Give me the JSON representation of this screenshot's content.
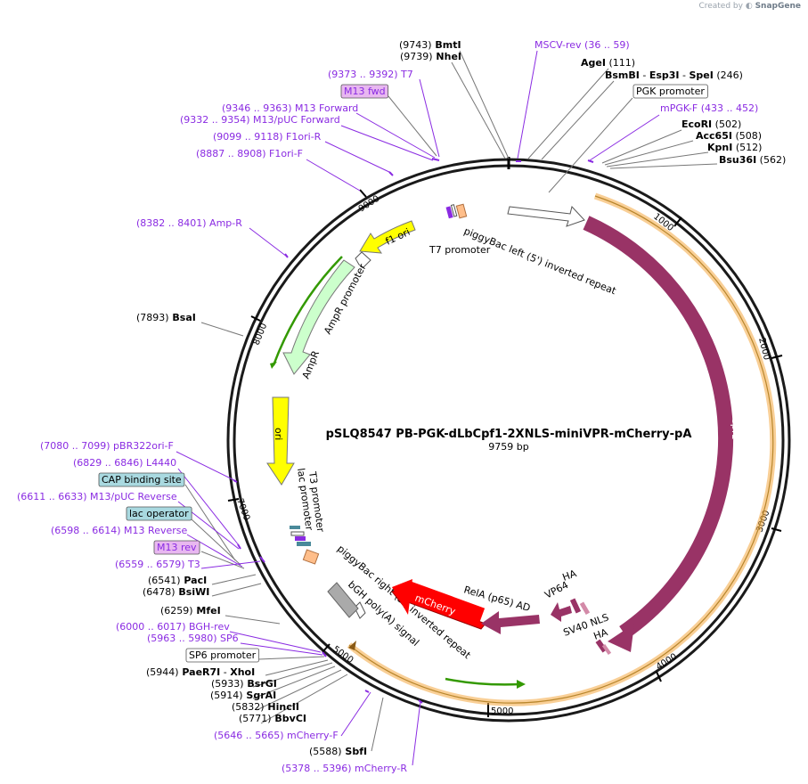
{
  "credit": {
    "prefix": "Created by",
    "brand": "SnapGene"
  },
  "plasmid": {
    "name": "pSLQ8547 PB-PGK-dLbCpf1-2XNLS-miniVPR-mCherry-pA",
    "size_label": "9759 bp"
  },
  "ticks": [
    {
      "label": "1000",
      "bp": 1000,
      "side": "in"
    },
    {
      "label": "2000",
      "bp": 2000,
      "side": "in"
    },
    {
      "label": "3000",
      "bp": 3000,
      "side": "in"
    },
    {
      "label": "4000",
      "bp": 4000,
      "side": "in"
    },
    {
      "label": "5000",
      "bp": 5000,
      "side": "out"
    },
    {
      "label": "5000",
      "bp": 5000,
      "side": "in"
    },
    {
      "label": "7000",
      "bp": 7000,
      "side": "in"
    },
    {
      "label": "8000",
      "bp": 8000,
      "side": "in"
    },
    {
      "label": "9000",
      "bp": 9000,
      "side": "in"
    }
  ],
  "site_labels": [
    {
      "parts": [
        {
          "t": "(9743)",
          "c": "coord"
        },
        {
          "t": " BmtI",
          "c": "enz"
        }
      ]
    },
    {
      "parts": [
        {
          "t": "MSCV-rev",
          "c": "prm"
        },
        {
          "t": "  (36 .. 59)",
          "c": "prm"
        }
      ]
    },
    {
      "parts": [
        {
          "t": "(9739)",
          "c": "coord"
        },
        {
          "t": " NheI",
          "c": "enz"
        }
      ]
    },
    {
      "parts": [
        {
          "t": "AgeI",
          "c": "enz"
        },
        {
          "t": "  (111)",
          "c": "coord"
        }
      ]
    },
    {
      "parts": [
        {
          "t": "(9373 .. 9392)",
          "c": "prm"
        },
        {
          "t": "  T7",
          "c": "prm"
        }
      ]
    },
    {
      "parts": [
        {
          "t": "BsmBI",
          "c": "enz"
        },
        {
          "t": "  - ",
          "c": "coord"
        },
        {
          "t": "Esp3I",
          "c": "enz"
        },
        {
          "t": "  - ",
          "c": "coord"
        },
        {
          "t": "SpeI",
          "c": "enz"
        },
        {
          "t": "   (246)",
          "c": "coord"
        }
      ]
    },
    {
      "parts": [
        {
          "t": "M13 fwd",
          "c": "prm"
        }
      ],
      "box": "violet"
    },
    {
      "parts": [
        {
          "t": "PGK promoter",
          "c": "coord"
        }
      ],
      "box": "white"
    },
    {
      "parts": [
        {
          "t": "(9346 .. 9363)",
          "c": "prm"
        },
        {
          "t": "  M13 Forward",
          "c": "prm"
        }
      ]
    },
    {
      "parts": [
        {
          "t": "mPGK-F",
          "c": "prm"
        },
        {
          "t": "    (433 .. 452)",
          "c": "prm"
        }
      ]
    },
    {
      "parts": [
        {
          "t": "(9332 .. 9354)",
          "c": "prm"
        },
        {
          "t": "  M13/pUC Forward",
          "c": "prm"
        }
      ]
    },
    {
      "parts": [
        {
          "t": "EcoRI",
          "c": "enz"
        },
        {
          "t": "   (502)",
          "c": "coord"
        }
      ]
    },
    {
      "parts": [
        {
          "t": "(9099 .. 9118)",
          "c": "prm"
        },
        {
          "t": "  F1ori-R",
          "c": "prm"
        }
      ]
    },
    {
      "parts": [
        {
          "t": "Acc65I",
          "c": "enz"
        },
        {
          "t": "  (508)",
          "c": "coord"
        }
      ]
    },
    {
      "parts": [
        {
          "t": "KpnI",
          "c": "enz"
        },
        {
          "t": "   (512)",
          "c": "coord"
        }
      ]
    },
    {
      "parts": [
        {
          "t": "(8887 .. 8908)",
          "c": "prm"
        },
        {
          "t": "  F1ori-F",
          "c": "prm"
        }
      ]
    },
    {
      "parts": [
        {
          "t": "Bsu36I",
          "c": "enz"
        },
        {
          "t": "   (562)",
          "c": "coord"
        }
      ]
    },
    {
      "parts": [
        {
          "t": "(8382 .. 8401)",
          "c": "prm"
        },
        {
          "t": "  Amp-R",
          "c": "prm"
        }
      ]
    },
    {
      "parts": [
        {
          "t": "(7893)",
          "c": "coord"
        },
        {
          "t": "  BsaI",
          "c": "enz"
        }
      ]
    },
    {
      "parts": [
        {
          "t": "(7080 .. 7099)",
          "c": "prm"
        },
        {
          "t": "  pBR322ori-F",
          "c": "prm"
        }
      ]
    },
    {
      "parts": [
        {
          "t": "(6829 .. 6846)",
          "c": "prm"
        },
        {
          "t": "  L4440",
          "c": "prm"
        }
      ]
    },
    {
      "parts": [
        {
          "t": "CAP binding site",
          "c": "coord"
        }
      ],
      "box": "teal"
    },
    {
      "parts": [
        {
          "t": "(6611 .. 6633)",
          "c": "prm"
        },
        {
          "t": "  M13/pUC Reverse",
          "c": "prm"
        }
      ]
    },
    {
      "parts": [
        {
          "t": "lac operator",
          "c": "coord"
        }
      ],
      "box": "teal"
    },
    {
      "parts": [
        {
          "t": "(6598 .. 6614)",
          "c": "prm"
        },
        {
          "t": "  M13 Reverse",
          "c": "prm"
        }
      ]
    },
    {
      "parts": [
        {
          "t": "M13 rev",
          "c": "prm"
        }
      ],
      "box": "violet"
    },
    {
      "parts": [
        {
          "t": "(6559 .. 6579)",
          "c": "prm"
        },
        {
          "t": "  T3",
          "c": "prm"
        }
      ]
    },
    {
      "parts": [
        {
          "t": "(6541)",
          "c": "coord"
        },
        {
          "t": "  PacI",
          "c": "enz"
        }
      ]
    },
    {
      "parts": [
        {
          "t": "(6478)",
          "c": "coord"
        },
        {
          "t": "  BsiWI",
          "c": "enz"
        }
      ]
    },
    {
      "parts": [
        {
          "t": "(6259)",
          "c": "coord"
        },
        {
          "t": "  MfeI",
          "c": "enz"
        }
      ]
    },
    {
      "parts": [
        {
          "t": "(6000 .. 6017)",
          "c": "prm"
        },
        {
          "t": "  BGH-rev",
          "c": "prm"
        }
      ]
    },
    {
      "parts": [
        {
          "t": "(5963 .. 5980)",
          "c": "prm"
        },
        {
          "t": "  SP6",
          "c": "prm"
        }
      ]
    },
    {
      "parts": [
        {
          "t": "SP6 promoter",
          "c": "coord"
        }
      ],
      "box": "white"
    },
    {
      "parts": [
        {
          "t": "(5944)",
          "c": "coord"
        },
        {
          "t": "  PaeR7I",
          "c": "enz"
        },
        {
          "t": "  - ",
          "c": "coord"
        },
        {
          "t": "XhoI",
          "c": "enz"
        }
      ]
    },
    {
      "parts": [
        {
          "t": "(5933)",
          "c": "coord"
        },
        {
          "t": "  BsrGI",
          "c": "enz"
        }
      ]
    },
    {
      "parts": [
        {
          "t": "(5914)",
          "c": "coord"
        },
        {
          "t": "  SgrAI",
          "c": "enz"
        }
      ]
    },
    {
      "parts": [
        {
          "t": "(5832)",
          "c": "coord"
        },
        {
          "t": "  HincII",
          "c": "enz"
        }
      ]
    },
    {
      "parts": [
        {
          "t": "(5771)",
          "c": "coord"
        },
        {
          "t": "  BbvCI",
          "c": "enz"
        }
      ]
    },
    {
      "parts": [
        {
          "t": "(5646 .. 5665)",
          "c": "prm"
        },
        {
          "t": "  mCherry-F",
          "c": "prm"
        }
      ]
    },
    {
      "parts": [
        {
          "t": "(5588)",
          "c": "coord"
        },
        {
          "t": "  SbfI",
          "c": "enz"
        }
      ]
    },
    {
      "parts": [
        {
          "t": "(5378 .. 5396)",
          "c": "prm"
        },
        {
          "t": "  mCherry-R",
          "c": "prm"
        }
      ]
    }
  ],
  "features": [
    {
      "label": "piggyBac left (5') inverted repeat",
      "color": "#ffffff"
    },
    {
      "label": "T7 promoter",
      "color": "#ffffff"
    },
    {
      "label": "f1 ori",
      "color": "#ffff00"
    },
    {
      "label": "AmpR promoter",
      "color": "#ffffff"
    },
    {
      "label": "AmpR",
      "color": "#ccffcc"
    },
    {
      "label": "ori",
      "color": "#ffff00"
    },
    {
      "label": "T3 promoter",
      "color": "#ffffff"
    },
    {
      "label": "lac promoter",
      "color": "#ffffff"
    },
    {
      "label": "piggyBac right (3') inverted repeat",
      "color": "#ffffff"
    },
    {
      "label": "bGH poly(A) signal",
      "color": "#aaaaaa"
    },
    {
      "label": "mCherry",
      "color": "#ff0000"
    },
    {
      "label": "RelA (p65) AD",
      "color": "#993366"
    },
    {
      "label": "VP64",
      "color": "#993366"
    },
    {
      "label": "HA",
      "color": "#993366"
    },
    {
      "label": "SV40 NLS",
      "color": "#993366"
    },
    {
      "label": "HA",
      "color": "#993366"
    },
    {
      "label": "LbCpf1",
      "color": "#993366"
    }
  ],
  "colors": {
    "primer": "#8a2be2",
    "feature_purple": "#993366",
    "yellow": "#ffff00",
    "green_line": "#339900",
    "orange_band": "#f4a840",
    "teal_box": "#a9d9e0",
    "violet_box": "#e8b7f0"
  }
}
